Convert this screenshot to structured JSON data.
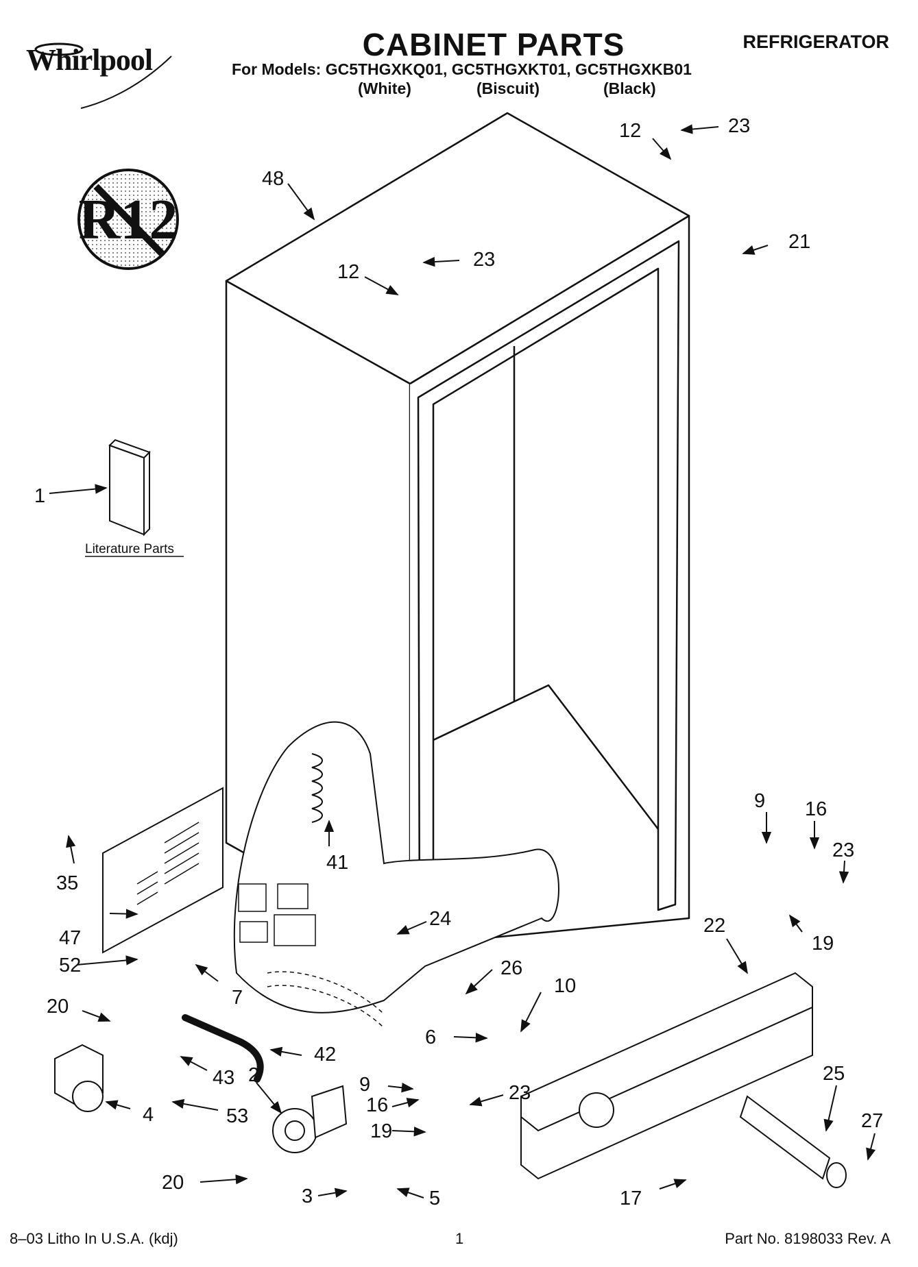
{
  "header": {
    "brand": "Whirlpool",
    "title": "CABINET PARTS",
    "doc_type": "REFRIGERATOR",
    "models_line": "For Models: GC5THGXKQ01, GC5THGXKT01, GC5THGXKB01",
    "colors": [
      "(White)",
      "(Biscuit)",
      "(Black)"
    ]
  },
  "badge": {
    "text": "R12",
    "icon": "no-r12-prohibited-icon"
  },
  "literature": {
    "label": "Literature Parts"
  },
  "callouts": [
    "1",
    "48",
    "12",
    "23",
    "12",
    "23",
    "21",
    "41",
    "35",
    "47",
    "52",
    "7",
    "24",
    "26",
    "10",
    "20",
    "42",
    "43",
    "2",
    "4",
    "53",
    "20",
    "3",
    "5",
    "6",
    "9",
    "16",
    "19",
    "23",
    "9",
    "16",
    "23",
    "19",
    "22",
    "25",
    "27",
    "17"
  ],
  "footer": {
    "left": "8–03 Litho In U.S.A. (kdj)",
    "page": "1",
    "part_no": "Part No. 8198033 Rev. A"
  }
}
